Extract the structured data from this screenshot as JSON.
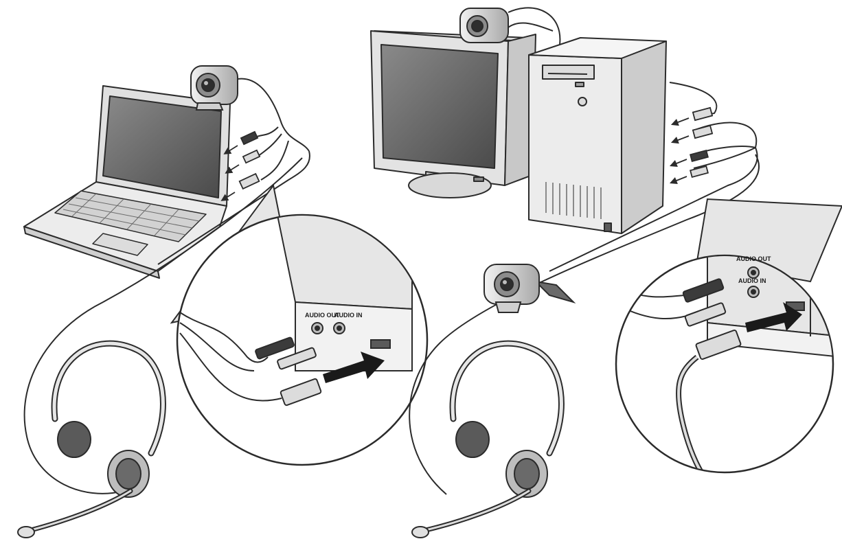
{
  "zoom_left": {
    "label_audio_out": "AUDIO OUT",
    "label_audio_in": "AUDIO IN"
  },
  "zoom_right": {
    "label_audio_out": "AUDIO OUT",
    "label_audio_in": "AUDIO IN"
  },
  "colors": {
    "line": "#2b2b2b",
    "light_fill": "#e9e9e9",
    "mid_fill": "#bdbdbd",
    "dark_fill": "#5a5a5a",
    "screen_fill": "#6e6e6e"
  }
}
